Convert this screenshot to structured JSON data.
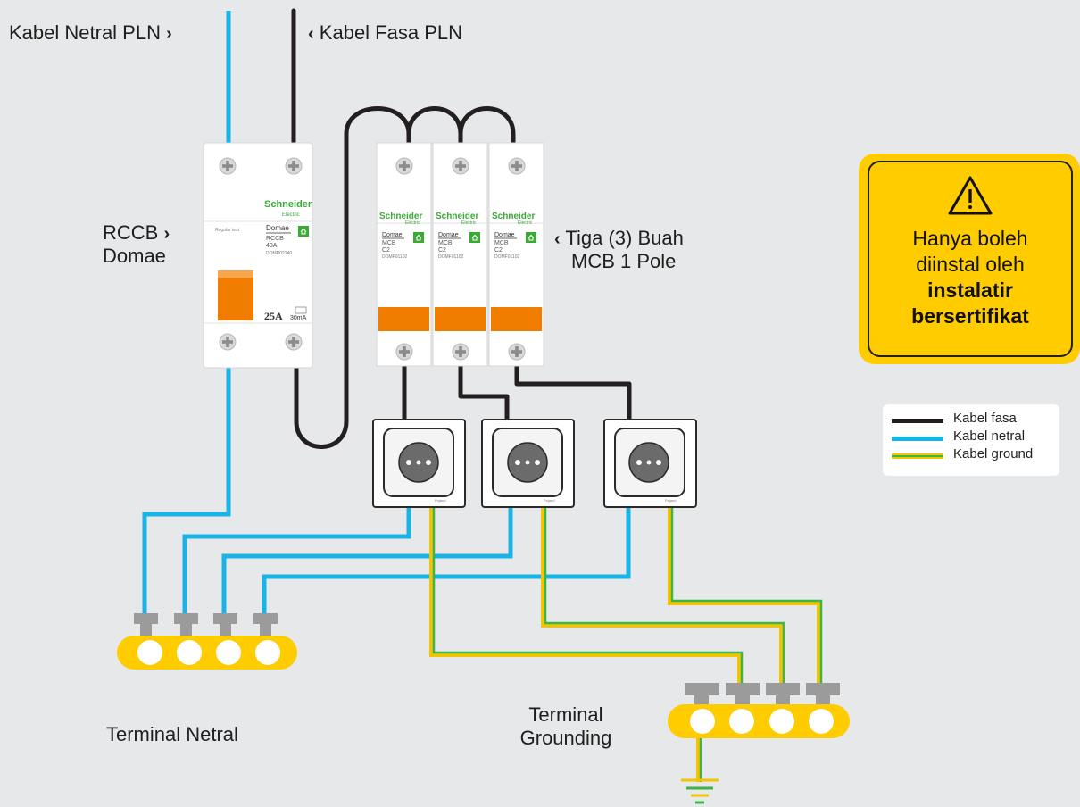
{
  "labels": {
    "neutral_cable": "Kabel Netral PLN",
    "phase_cable": "Kabel Fasa PLN",
    "rccb_line1": "RCCB",
    "rccb_line2": "Domae",
    "mcb_line1": "Tiga (3) Buah",
    "mcb_line2": "MCB 1 Pole",
    "terminal_neutral": "Terminal Netral",
    "terminal_ground_line1": "Terminal",
    "terminal_ground_line2": "Grounding"
  },
  "rccb": {
    "brand": "Schneider",
    "brand_sub": "Electric",
    "test": "Regular test",
    "series": "Domae",
    "type": "RCCB",
    "rating": "40A",
    "code": "DOMR02240",
    "current": "25A",
    "sensitivity": "30mA"
  },
  "mcbs": [
    {
      "brand": "Schneider",
      "brand_sub": "Electric",
      "series": "Domae",
      "type": "MCB",
      "curve": "C2",
      "code": "DOMF01102"
    },
    {
      "brand": "Schneider",
      "brand_sub": "Electric",
      "series": "Domae",
      "type": "MCB",
      "curve": "C2",
      "code": "DOMF01102"
    },
    {
      "brand": "Schneider",
      "brand_sub": "Electric",
      "series": "Domae",
      "type": "MCB",
      "curve": "C2",
      "code": "DOMF01102"
    }
  ],
  "sockets": [
    {
      "brand": "Pojand"
    },
    {
      "brand": "Pojand"
    },
    {
      "brand": "Pojand"
    }
  ],
  "warning": {
    "icon": "warning-triangle-icon",
    "line1": "Hanya boleh",
    "line2": "diinstal oleh",
    "line3": "instalatir",
    "line4": "bersertifikat"
  },
  "legend": [
    {
      "label": "Kabel fasa",
      "color": "#231f20"
    },
    {
      "label": "Kabel netral",
      "color": "#1ab3e6"
    },
    {
      "label": "Kabel ground",
      "color": "yellow-green"
    }
  ],
  "colors": {
    "phase": "#231f20",
    "neutral": "#1ab3e6",
    "ground_yellow": "#f2c500",
    "ground_green": "#3cb54a",
    "terminal_bar": "#ffcc00",
    "terminal_screw": "#9b9b9b",
    "handle": "#f07d00",
    "background": "#e7e8e9"
  }
}
